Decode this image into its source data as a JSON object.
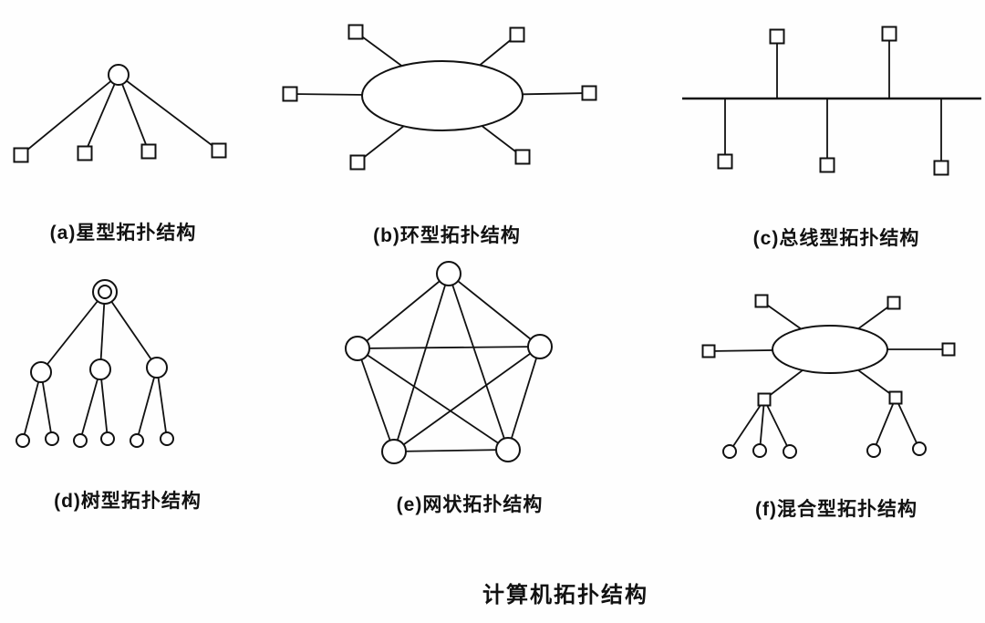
{
  "figure": {
    "title": "计算机拓扑结构"
  },
  "panels": {
    "a": {
      "label": "(a)星型拓扑结构",
      "topology": "star",
      "hub_nodes": 1,
      "terminal_nodes": 4
    },
    "b": {
      "label": "(b)环型拓扑结构",
      "topology": "ring",
      "terminal_nodes": 6
    },
    "c": {
      "label": "(c)总线型拓扑结构",
      "topology": "bus",
      "terminal_nodes": 5
    },
    "d": {
      "label": "(d)树型拓扑结构",
      "topology": "tree",
      "root_nodes": 1,
      "branch_nodes": 3,
      "leaf_nodes": 6
    },
    "e": {
      "label": "(e)网状拓扑结构",
      "topology": "mesh",
      "nodes": 5,
      "links": 10
    },
    "f": {
      "label": "(f)混合型拓扑结构",
      "topology": "hybrid",
      "terminal_nodes": 6,
      "leaf_nodes": 5
    }
  }
}
